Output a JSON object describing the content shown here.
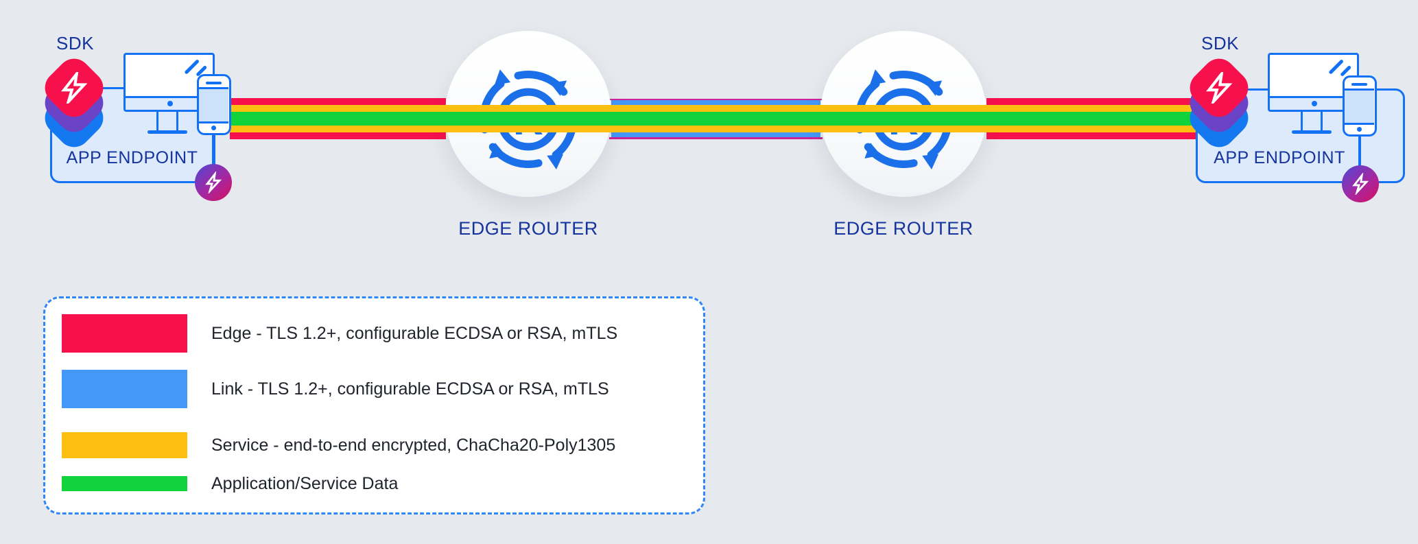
{
  "colors": {
    "background": "#E6E9ED",
    "navy_text": "#16349E",
    "outline_blue": "#1371F5",
    "light_blue_fill": "#DCEAFC",
    "edge_red": "#F6114D",
    "link_blue": "#4498F8",
    "service_yellow": "#FDC010",
    "data_green": "#10D23A",
    "magenta_edge": "#CE2398",
    "sdk_purple": "#6A43C6",
    "sdk_blue": "#1479F0",
    "badge_gradient_start": "#4F46D6",
    "badge_gradient_end": "#D6115F",
    "legend_border": "#3087F8",
    "legend_text": "#20242C",
    "router_circle_fill": "#FAFBFD"
  },
  "endpoints": {
    "left": {
      "sdk_label": "SDK",
      "box_label": "APP ENDPOINT"
    },
    "right": {
      "sdk_label": "SDK",
      "box_label": "APP ENDPOINT"
    }
  },
  "routers": [
    {
      "label": "EDGE ROUTER",
      "icon_letter": "R"
    },
    {
      "label": "EDGE ROUTER",
      "icon_letter": "R"
    }
  ],
  "legend": {
    "items": [
      {
        "color": "#F6114D",
        "label": "Edge - TLS 1.2+, configurable ECDSA or RSA, mTLS"
      },
      {
        "color": "#4498F8",
        "label": "Link - TLS 1.2+, configurable ECDSA or RSA, mTLS"
      },
      {
        "color": "#FDC010",
        "label": "Service - end-to-end encrypted, ChaCha20-Poly1305"
      },
      {
        "color": "#10D23A",
        "label": "Application/Service Data"
      }
    ]
  },
  "icons": {
    "sdk_stack": "three-stacked-rounded-diamonds",
    "lightning_bolt": "white-outline-lightning-bolt",
    "monitor": "desktop-monitor-outline",
    "phone": "smartphone-outline",
    "signal_slashes": "two-diagonal-signal-lines",
    "router": "circular-arrows-around-letter-R",
    "badge": "gradient-circle-lightning-bolt"
  }
}
